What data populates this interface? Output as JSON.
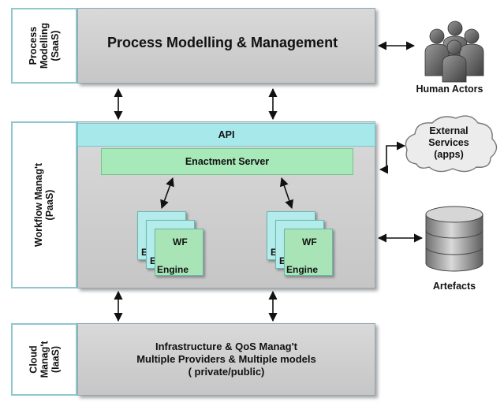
{
  "layers": {
    "process": {
      "side_label": "Process\nModelling\n(SaaS)",
      "title": "Process Modelling & Management"
    },
    "workflow": {
      "side_label": "Workflow Manag't\n(PaaS)",
      "api_label": "API",
      "enactment_label": "Enactment Server",
      "engine_groups": [
        {
          "cards": [
            {
              "label": "E"
            },
            {
              "label": "E"
            }
          ],
          "front": {
            "title": "WF",
            "sub": "Engine"
          }
        },
        {
          "cards": [
            {
              "label": "E"
            },
            {
              "label": "E"
            }
          ],
          "front": {
            "title": "WF",
            "sub": "Engine"
          }
        }
      ]
    },
    "cloud": {
      "side_label": "Cloud\nManag't\n(IaaS)",
      "text": "Infrastructure & QoS Manag't\nMultiple Providers & Multiple models\n( private/public)"
    }
  },
  "externals": {
    "human_actors": {
      "label": "Human Actors",
      "icon": "human-actors-icon"
    },
    "external_services": {
      "label": "External\nServices\n(apps)",
      "icon": "cloud-icon"
    },
    "artefacts": {
      "label": "Artefacts",
      "icon": "database-icon"
    }
  },
  "colors": {
    "layer_fill": "#d0d0d0",
    "side_border": "#8ec7cf",
    "api_fill": "#a7e8ea",
    "enactment_fill": "#a8e9b9",
    "engine_fill": "#a9e4b6"
  }
}
